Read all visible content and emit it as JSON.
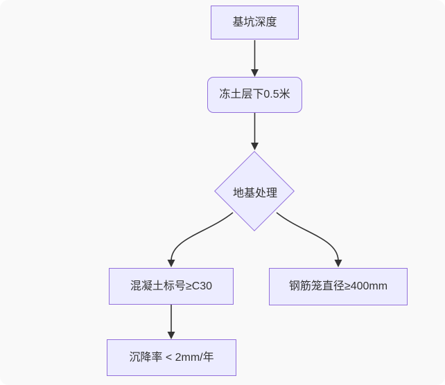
{
  "diagram": {
    "type": "flowchart",
    "direction": "top-down",
    "colors": {
      "canvas_background": "#f9f9f9",
      "node_fill": "#ececff",
      "node_border": "#9370db",
      "edge_color": "#333333",
      "text_color": "#333333"
    },
    "nodes": [
      {
        "id": "depth",
        "label": "基坑深度",
        "shape": "rect"
      },
      {
        "id": "frost",
        "label": "冻土层下0.5米",
        "shape": "rounded-rect"
      },
      {
        "id": "foundation",
        "label": "地基处理",
        "shape": "diamond"
      },
      {
        "id": "concrete",
        "label": "混凝土标号≥C30",
        "shape": "rect"
      },
      {
        "id": "rebar",
        "label": "钢筋笼直径≥400mm",
        "shape": "rect"
      },
      {
        "id": "settlement",
        "label": "沉降率 < 2mm/年",
        "shape": "rect"
      }
    ],
    "edges": [
      {
        "from": "depth",
        "to": "frost"
      },
      {
        "from": "frost",
        "to": "foundation"
      },
      {
        "from": "foundation",
        "to": "concrete"
      },
      {
        "from": "foundation",
        "to": "rebar"
      },
      {
        "from": "concrete",
        "to": "settlement"
      }
    ]
  }
}
